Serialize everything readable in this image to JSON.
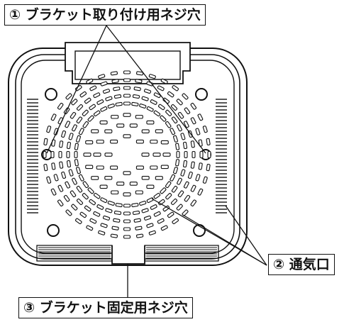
{
  "callouts": {
    "bracket_mount_holes": "① ブラケット取り付け用ネジ穴",
    "vents": "② 通気口",
    "bracket_fix_hole": "③ ブラケット固定用ネジ穴"
  },
  "colors": {
    "line": "#111111",
    "background": "#ffffff"
  }
}
